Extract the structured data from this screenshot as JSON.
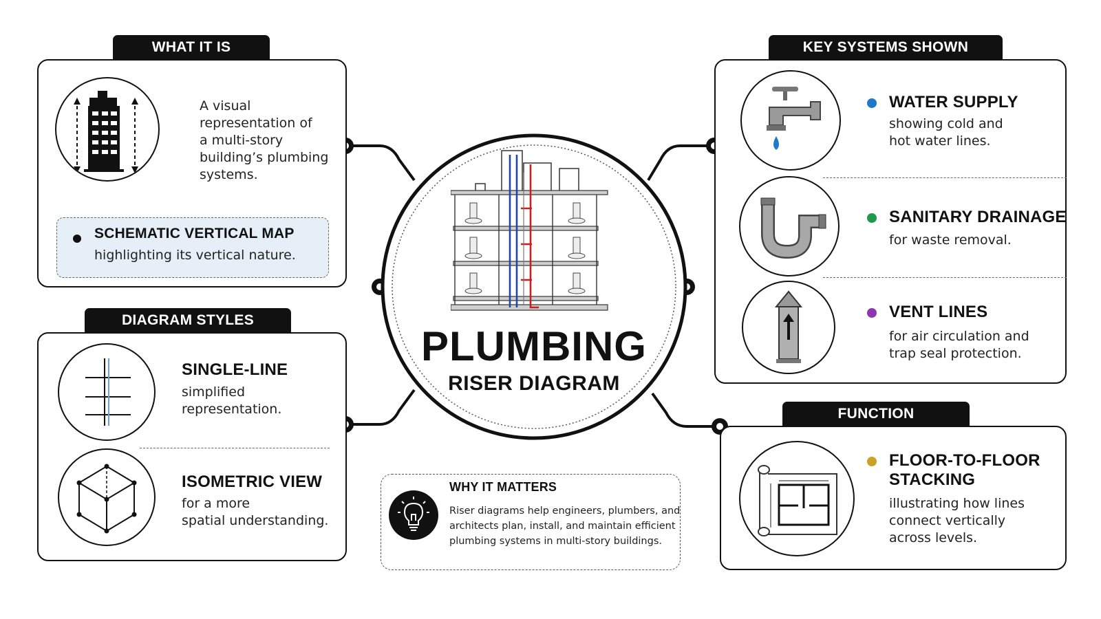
{
  "center": {
    "title": "PLUMBING",
    "subtitle": "RISER DIAGRAM"
  },
  "what_it_is": {
    "tab": "WHAT IT IS",
    "icon": "building-icon",
    "description": [
      "A visual",
      "representation of",
      "a multi-story",
      "building’s plumbing",
      "systems."
    ],
    "highlight_title": "SCHEMATIC VERTICAL MAP",
    "highlight_text": "highlighting its vertical nature."
  },
  "diagram_styles": {
    "tab": "DIAGRAM STYLES",
    "items": [
      {
        "icon": "single-line-icon",
        "title": "SINGLE-LINE",
        "lines": [
          "simplified",
          "representation."
        ]
      },
      {
        "icon": "isometric-cube-icon",
        "title": "ISOMETRIC VIEW",
        "lines": [
          "for a more",
          "spatial understanding."
        ]
      }
    ]
  },
  "key_systems": {
    "tab": "KEY SYSTEMS SHOWN",
    "items": [
      {
        "icon": "faucet-icon",
        "color": "#1f78c8",
        "title": "WATER SUPPLY",
        "lines": [
          "showing cold and",
          "hot water lines."
        ]
      },
      {
        "icon": "p-trap-icon",
        "color": "#1e9a4a",
        "title": "SANITARY DRAINAGE",
        "lines": [
          "for waste removal."
        ]
      },
      {
        "icon": "vent-pipe-icon",
        "color": "#8e35b0",
        "title": "VENT LINES",
        "lines": [
          "for air circulation and",
          "trap seal protection."
        ]
      }
    ]
  },
  "function": {
    "tab": "FUNCTION",
    "icon": "blueprint-icon",
    "color": "#c9a227",
    "title_lines": [
      "FLOOR-TO-FLOOR",
      "STACKING"
    ],
    "lines": [
      "illustrating how lines",
      "connect vertically",
      "across levels."
    ]
  },
  "why_it_matters": {
    "icon": "lightbulb-icon",
    "title": "WHY IT MATTERS",
    "lines": [
      "Riser diagrams help engineers, plumbers, and",
      "architects plan, install, and maintain efficient",
      "plumbing systems in multi-story buildings."
    ]
  }
}
